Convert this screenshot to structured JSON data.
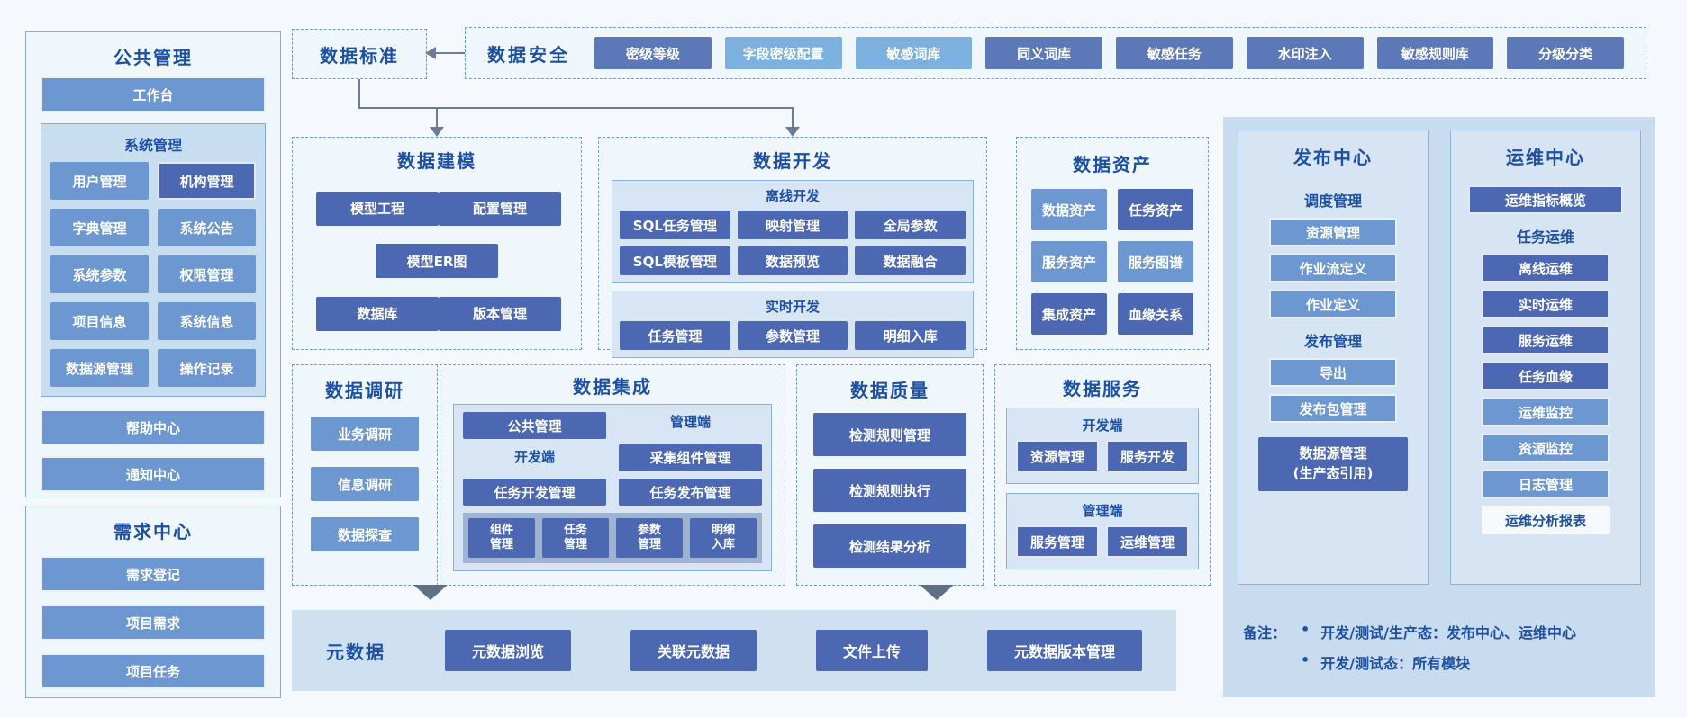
{
  "colors": {
    "page_bg": "#f5f9fd",
    "title_text": "#1d50a2",
    "dark_btn": "#4d68b2",
    "mid_btn": "#6d97d1",
    "slate_btn": "#5d78b8",
    "light_btn": "#7cb0df",
    "panel_border": "#84abd8",
    "dashed_border": "#6f9ad2",
    "box_bg": "#eff6fc",
    "sys_box_bg": "#c9ddf0",
    "subpanel_bg": "#d7e5f4",
    "subpanel_border": "#8ab1dd",
    "light_bar_bg": "#cfe0f1",
    "right_bg": "#c9dbee",
    "strip_bg": "#9fb2d2",
    "line_color": "#6b7d96",
    "tri_color": "#5f7083",
    "white_btn_bg": "#f6fafd"
  },
  "left": {
    "public": {
      "title": "公共管理",
      "workbench": "工作台",
      "system": {
        "label": "系统管理",
        "items": [
          "用户管理",
          "机构管理",
          "字典管理",
          "系统公告",
          "系统参数",
          "权限管理",
          "项目信息",
          "系统信息",
          "数据源管理",
          "操作记录"
        ]
      },
      "help": "帮助中心",
      "notice": "通知中心"
    },
    "demand": {
      "title": "需求中心",
      "items": [
        "需求登记",
        "项目需求",
        "项目任务"
      ]
    }
  },
  "standard": {
    "title": "数据标准"
  },
  "security": {
    "title": "数据安全",
    "items": [
      "密级等级",
      "字段密级配置",
      "敏感词库",
      "同义词库",
      "敏感任务",
      "水印注入",
      "敏感规则库",
      "分级分类"
    ]
  },
  "modeling": {
    "title": "数据建模",
    "items": [
      "模型工程",
      "配置管理",
      "模型ER图",
      "数据库",
      "版本管理"
    ]
  },
  "development": {
    "title": "数据开发",
    "offline": {
      "label": "离线开发",
      "row1": [
        "SQL任务管理",
        "映射管理",
        "全局参数"
      ],
      "row2": [
        "SQL模板管理",
        "数据预览",
        "数据融合"
      ]
    },
    "realtime": {
      "label": "实时开发",
      "row": [
        "任务管理",
        "参数管理",
        "明细入库"
      ]
    }
  },
  "assets": {
    "title": "数据资产",
    "items": [
      "数据资产",
      "任务资产",
      "服务资产",
      "服务图谱",
      "集成资产",
      "血缘关系"
    ]
  },
  "research": {
    "title": "数据调研",
    "items": [
      "业务调研",
      "信息调研",
      "数据探查"
    ]
  },
  "integration": {
    "title": "数据集成",
    "public_btn": "公共管理",
    "mgmt_label": "管理端",
    "collect_btn": "采集组件管理",
    "dev_label": "开发端",
    "task_dev_btn": "任务开发管理",
    "task_pub_btn": "任务发布管理",
    "strip": [
      "组件管理",
      "任务管理",
      "参数管理",
      "明细入库"
    ]
  },
  "quality": {
    "title": "数据质量",
    "items": [
      "检测规则管理",
      "检测规则执行",
      "检测结果分析"
    ]
  },
  "services": {
    "title": "数据服务",
    "dev": {
      "label": "开发端",
      "items": [
        "资源管理",
        "服务开发"
      ]
    },
    "mgmt": {
      "label": "管理端",
      "items": [
        "服务管理",
        "运维管理"
      ]
    }
  },
  "metadata": {
    "title": "元数据",
    "items": [
      "元数据浏览",
      "关联元数据",
      "文件上传",
      "元数据版本管理"
    ]
  },
  "release": {
    "title": "发布中心",
    "schedule_label": "调度管理",
    "schedule_items": [
      "资源管理",
      "作业流定义",
      "作业定义"
    ],
    "publish_label": "发布管理",
    "publish_items": [
      "导出",
      "发布包管理"
    ],
    "datasource_line1": "数据源管理",
    "datasource_line2": "(生产态引用)"
  },
  "ops": {
    "title": "运维中心",
    "overview": "运维指标概览",
    "task_label": "任务运维",
    "task_items": [
      "离线运维",
      "实时运维",
      "服务运维",
      "任务血缘"
    ],
    "monitor_items": [
      "运维监控",
      "资源监控",
      "日志管理"
    ],
    "report": "运维分析报表"
  },
  "notes": {
    "label": "备注：",
    "items": [
      "开发/测试/生产态：发布中心、运维中心",
      "开发/测试态：所有模块"
    ]
  }
}
